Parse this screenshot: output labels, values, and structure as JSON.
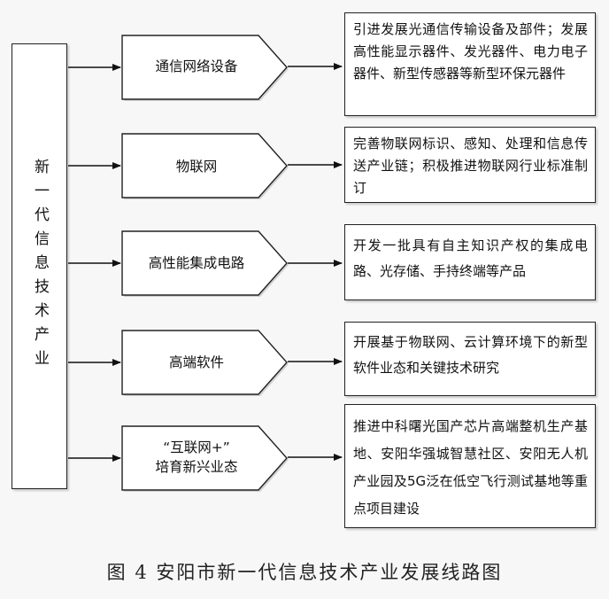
{
  "root": {
    "label": "新一代信息技术产业"
  },
  "branches": [
    {
      "label": "通信网络设备",
      "description": "引进发展光通信传输设备及部件；发展高性能显示器件、发光器件、电力电子器件、新型传感器等新型环保元器件"
    },
    {
      "label": "物联网",
      "description": "完善物联网标识、感知、处理和信息传送产业链；积极推进物联网行业标准制订"
    },
    {
      "label": "高性能集成电路",
      "description": "开发一批具有自主知识产权的集成电路、光存储、手持终端等产品"
    },
    {
      "label": "高端软件",
      "description": "开展基于物联网、云计算环境下的新型软件业态和关键技术研究"
    },
    {
      "label": "“互联网+”\n培育新兴业态",
      "description": "推进中科曙光国产芯片高端整机生产基地、安阳华强城智慧社区、安阳无人机产业园及5G泛在低空飞行测试基地等重点项目建设"
    }
  ],
  "caption": "图 4  安阳市新一代信息技术产业发展线路图",
  "colors": {
    "stroke": "#222222",
    "fill": "#ffffff"
  }
}
